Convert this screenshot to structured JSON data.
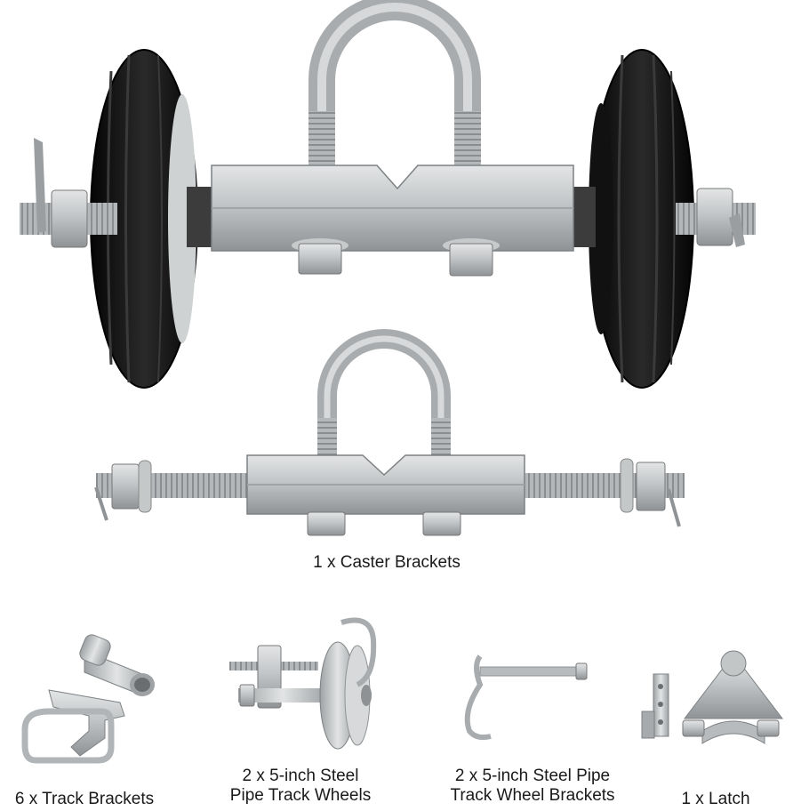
{
  "labels": {
    "caster": "1 x Caster Brackets",
    "track": "6 x Track Brackets",
    "wheels_line1": "2 x 5-inch Steel",
    "wheels_line2": "Pipe Track Wheels",
    "wheelbr_line1": "2 x 5-inch Steel Pipe",
    "wheelbr_line2": "Track Wheel Brackets",
    "latch": "1 x Latch"
  },
  "colors": {
    "rubber": "#161616",
    "steel": "#b9bcbe",
    "steel_dark": "#8e9294",
    "steel_light": "#dde0e2"
  }
}
